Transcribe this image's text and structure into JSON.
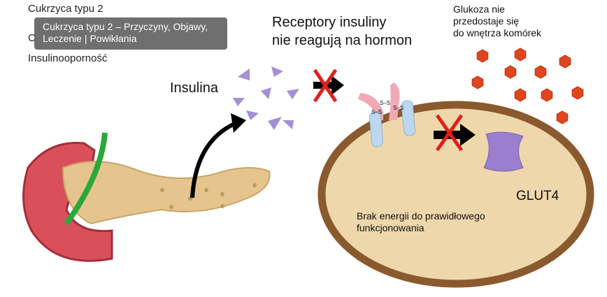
{
  "links": [
    "Cukrzyca typu 2",
    "C",
    "Insulinooporność"
  ],
  "tooltip": "Cukrzyca typu 2 – Przyczyny, Objawy, Leczenie | Powikłania",
  "diagram": {
    "insulin_label": "Insulina",
    "receptor_title_1": "Receptory insuliny",
    "receptor_title_2": "nie reagują na hormon",
    "glucose_1": "Glukoza nie",
    "glucose_2": "przedostaje się",
    "glucose_3": "do wnętrza komórek",
    "glut4": "GLUT4",
    "energy_1": "Brak energii do prawidłowego",
    "energy_2": "funkcjonowania",
    "ss": "S–S"
  },
  "colors": {
    "insulin": "#a58fd6",
    "glucose": "#e0461e",
    "cross": "#e0201a",
    "membrane": "#8a5a2e",
    "cell": "#efd7ac"
  }
}
